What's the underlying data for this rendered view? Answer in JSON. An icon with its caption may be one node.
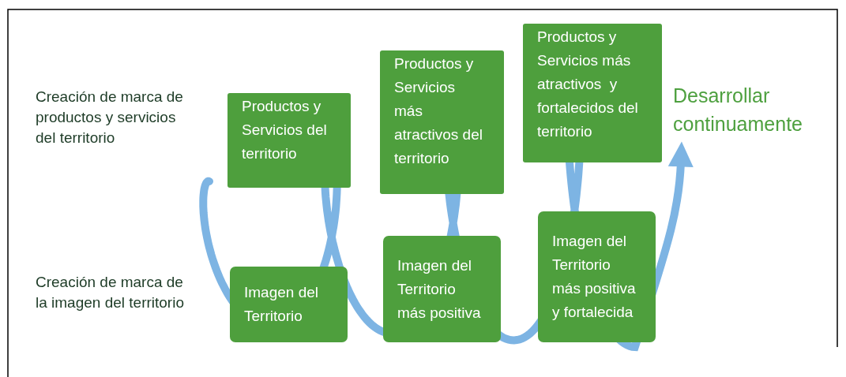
{
  "diagram": {
    "nodes": [
      {
        "text": [
          "Productos y Servicios del territorio"
        ]
      },
      {
        "text": [
          "Productos y Servicios más atractivos del territorio"
        ]
      },
      {
        "text": [
          "Productos y Servicios más atractivos  y fortalecidos del territorio"
        ]
      },
      {
        "text": [
          "Imagen del Territorio"
        ]
      },
      {
        "text": [
          "Imagen del Territorio más positiva"
        ]
      },
      {
        "text": [
          "Imagen del Territorio más positiva y fortalecida"
        ]
      }
    ],
    "edges": [],
    "labels": [
      "Creación de marca de productos y servicios del territorio",
      "Creación de marca de la imagen del territorio",
      "Desarrollar continuamente"
    ]
  }
}
